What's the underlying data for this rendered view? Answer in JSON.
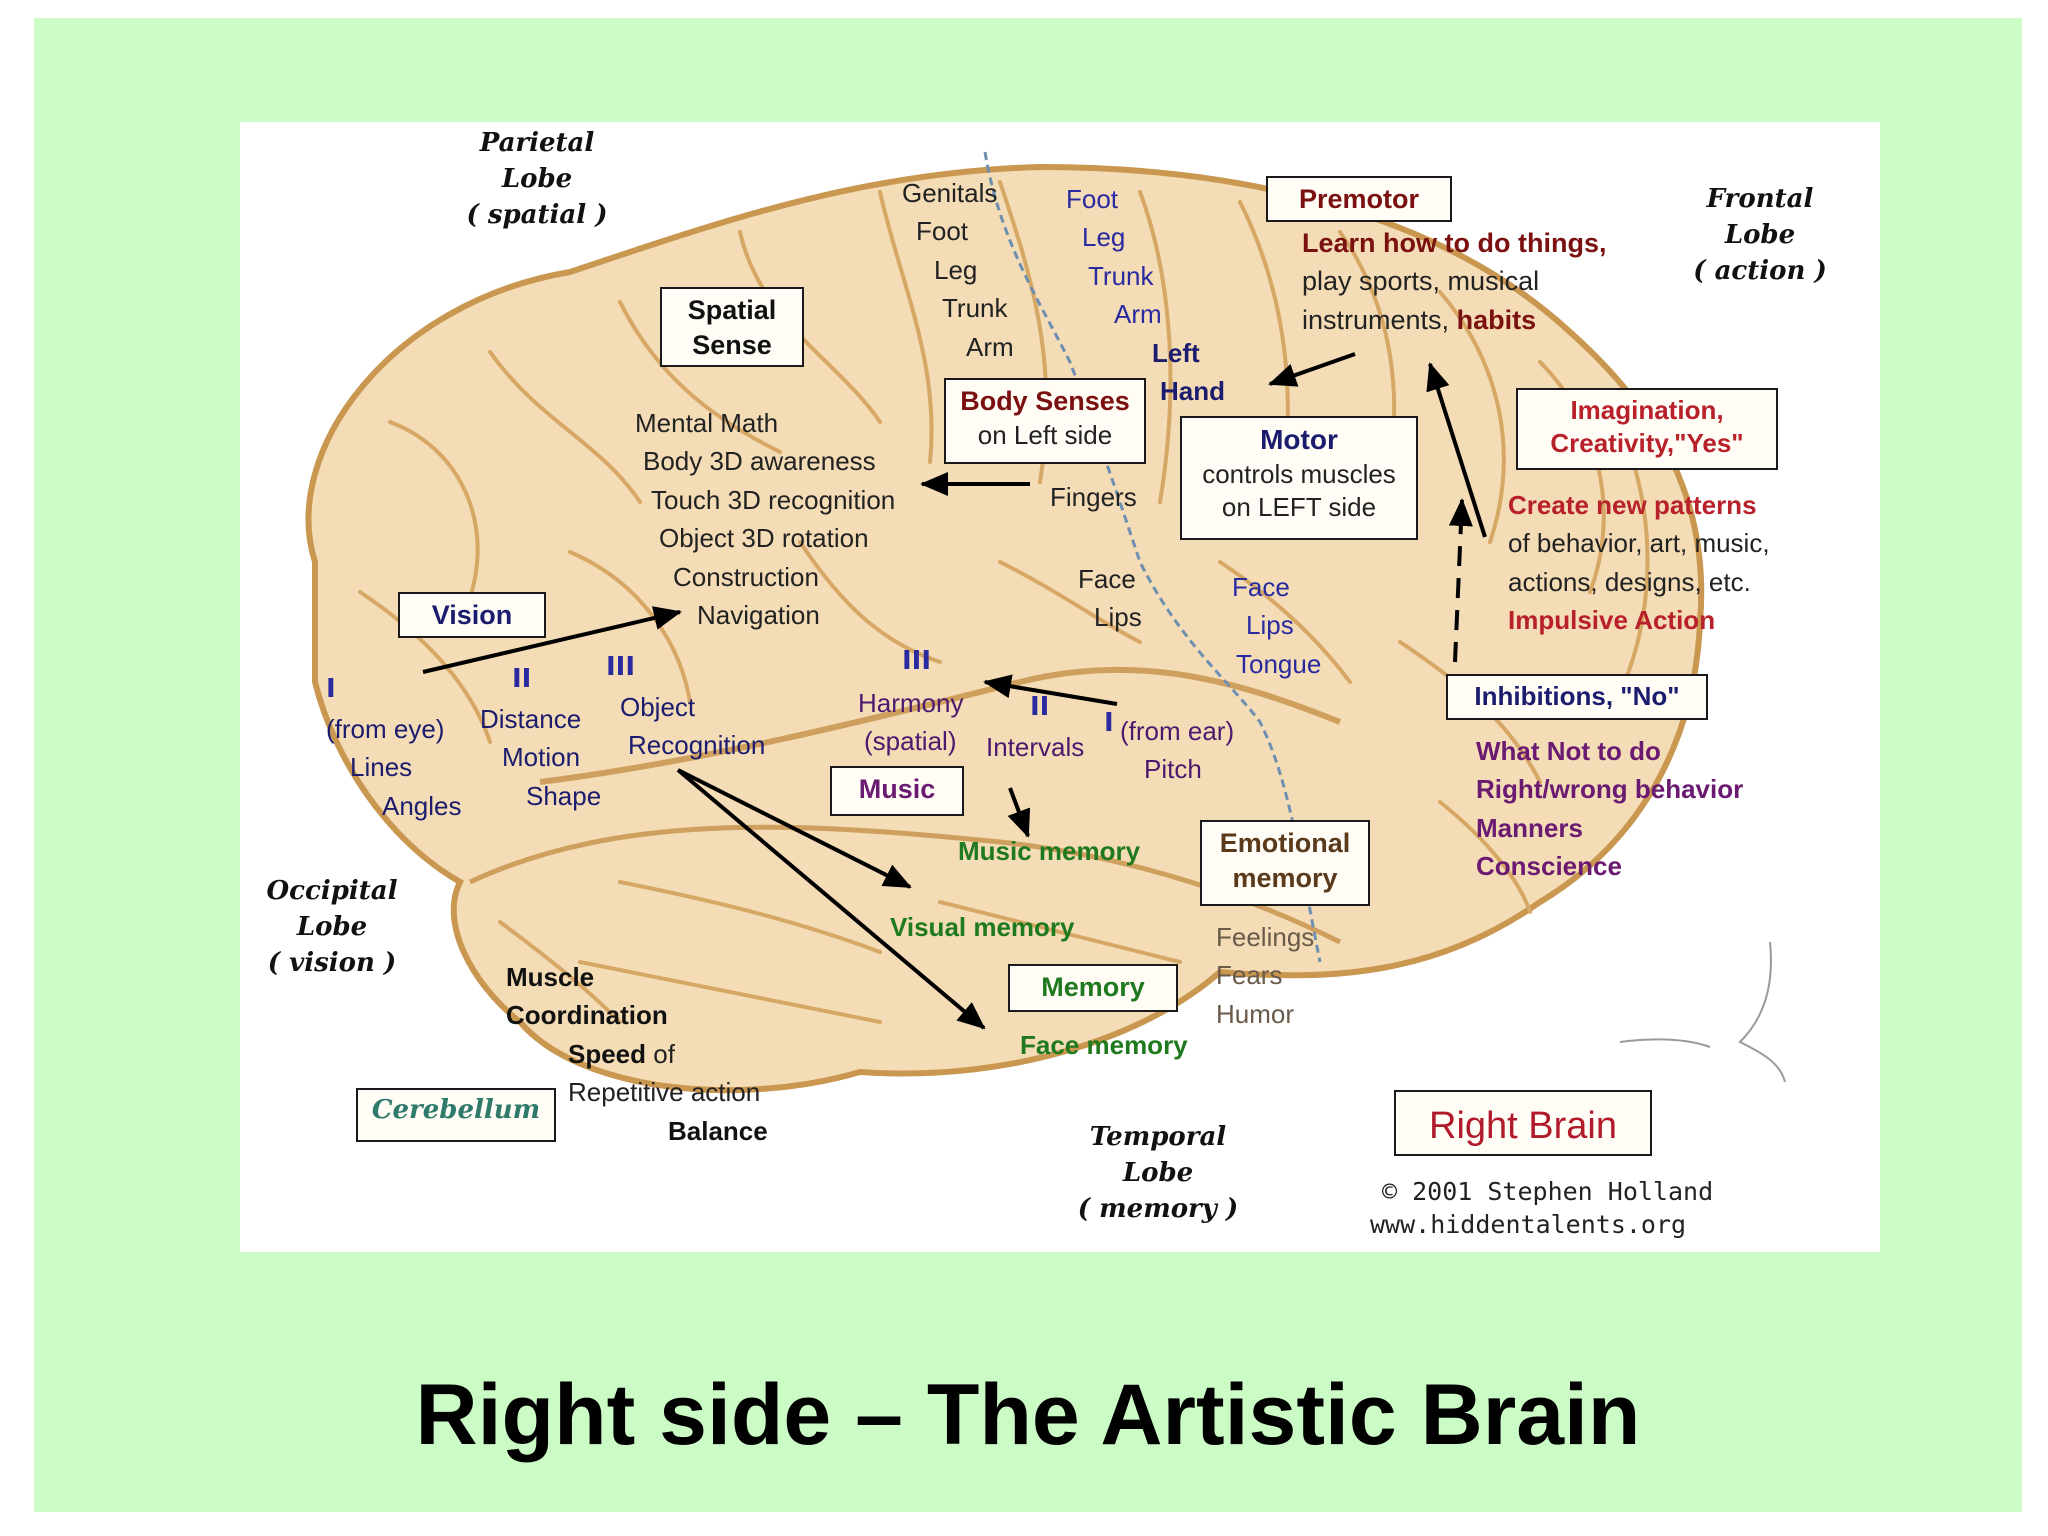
{
  "slide_title": "Right side – The Artistic Brain",
  "lobes": {
    "parietal": [
      "Parietal",
      "Lobe",
      "( spatial )"
    ],
    "frontal": [
      "Frontal",
      "Lobe",
      "( action )"
    ],
    "occipital": [
      "Occipital",
      "Lobe",
      "( vision )"
    ],
    "temporal": [
      "Temporal",
      "Lobe",
      "( memory )"
    ]
  },
  "sensory_strip": [
    "Genitals",
    "Foot",
    "Leg",
    "Trunk",
    "Arm"
  ],
  "motor_strip": [
    "Foot",
    "Leg",
    "Trunk",
    "Arm"
  ],
  "left_hand": [
    "Left",
    "Hand"
  ],
  "spatial_sense_box": [
    "Spatial",
    "Sense"
  ],
  "spatial_list": [
    "Mental Math",
    "Body 3D awareness",
    "Touch 3D recognition",
    "Object 3D rotation",
    "Construction",
    "Navigation"
  ],
  "body_senses_box": {
    "title": "Body Senses",
    "sub": "on Left side"
  },
  "fingers": "Fingers",
  "face_lips_sensory": [
    "Face",
    "Lips"
  ],
  "motor_box": {
    "title": "Motor",
    "lines": [
      "controls muscles",
      "on LEFT side"
    ]
  },
  "face_lips_tongue": [
    "Face",
    "Lips",
    "Tongue"
  ],
  "premotor_box": "Premotor",
  "premotor_text": {
    "bold": "Learn how to do things,",
    "lines": [
      "play sports, musical"
    ],
    "last_plain": "instruments,",
    "last_bold": "habits"
  },
  "imagination_box": [
    "Imagination,",
    "Creativity,\"Yes\""
  ],
  "imagination_text": {
    "bold": "Create new patterns",
    "lines": [
      "of behavior, art, music,",
      "actions, designs, etc."
    ],
    "last_bold": "Impulsive Action"
  },
  "inhibitions_box": "Inhibitions, \"No\"",
  "inhibitions_list": [
    "What Not to do",
    "Right/wrong behavior",
    "Manners",
    "Conscience"
  ],
  "vision_box": "Vision",
  "vision_numerals": [
    "I",
    "II",
    "III"
  ],
  "vision_i": [
    "(from eye)",
    "Lines",
    "Angles"
  ],
  "vision_ii": [
    "Distance",
    "Motion",
    "Shape"
  ],
  "vision_iii": [
    "Object",
    "Recognition"
  ],
  "music_numerals": [
    "III",
    "II",
    "I"
  ],
  "harmony": [
    "Harmony",
    "(spatial)"
  ],
  "intervals": "Intervals",
  "from_ear": [
    "(from ear)",
    "Pitch"
  ],
  "music_box": "Music",
  "music_memory": "Music memory",
  "emotional_box": [
    "Emotional",
    "memory"
  ],
  "feelings_list": [
    "Feelings",
    "Fears",
    "Humor"
  ],
  "visual_memory": "Visual memory",
  "memory_box": "Memory",
  "face_memory": "Face memory",
  "muscle": {
    "line1": "Muscle",
    "line2": "Coordination",
    "speed_bold": "Speed",
    "speed_plain": "of",
    "line4": "Repetitive action",
    "line5": "Balance"
  },
  "cerebellum_box": "Cerebellum",
  "right_brain_box": "Right Brain",
  "credit": [
    "© 2001 Stephen Holland",
    "www.hiddentalents.org"
  ],
  "colors": {
    "slide_bg": "#ccfcc6",
    "brain_fill": "#f3dcb6",
    "fold_lines": "#d7a765",
    "central_sulcus": "#6e8fb0"
  }
}
